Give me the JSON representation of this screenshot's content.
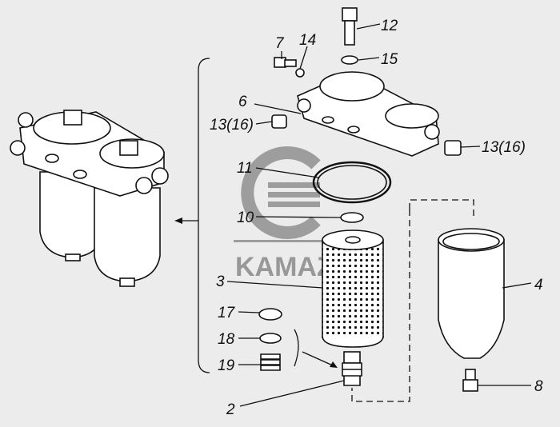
{
  "diagram": {
    "watermark": "KAMAZ",
    "callouts": [
      {
        "id": "12",
        "label": "12"
      },
      {
        "id": "7",
        "label": "7"
      },
      {
        "id": "14",
        "label": "14"
      },
      {
        "id": "15",
        "label": "15"
      },
      {
        "id": "6",
        "label": "6"
      },
      {
        "id": "13a",
        "label": "13(16)"
      },
      {
        "id": "13b",
        "label": "13(16)"
      },
      {
        "id": "11",
        "label": "11"
      },
      {
        "id": "10",
        "label": "10"
      },
      {
        "id": "3",
        "label": "3"
      },
      {
        "id": "4",
        "label": "4"
      },
      {
        "id": "17",
        "label": "17"
      },
      {
        "id": "18",
        "label": "18"
      },
      {
        "id": "19",
        "label": "19"
      },
      {
        "id": "2",
        "label": "2"
      },
      {
        "id": "8",
        "label": "8"
      }
    ]
  }
}
